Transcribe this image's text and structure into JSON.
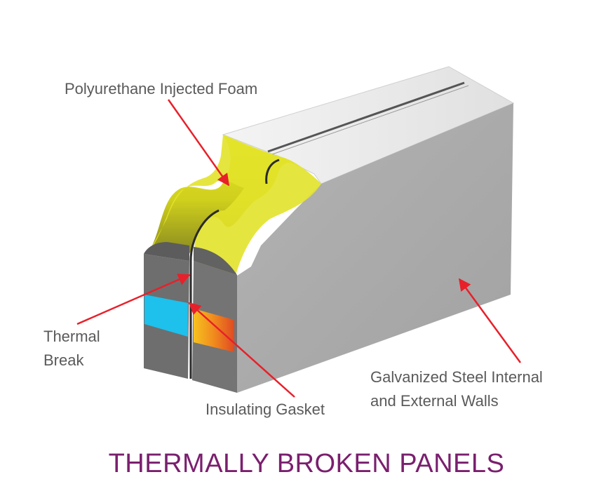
{
  "labels": {
    "foam": "Polyurethane Injected Foam",
    "thermal_break_line1": "Thermal",
    "thermal_break_line2": "Break",
    "gasket": "Insulating Gasket",
    "walls_line1": "Galvanized Steel Internal",
    "walls_line2": "and External Walls"
  },
  "title": "THERMALLY BROKEN PANELS",
  "colors": {
    "title": "#7a1f6e",
    "label_text": "#5a5a5a",
    "arrow": "#e8202a",
    "foam_yellow": "#d8d81a",
    "steel_grey": "#a9a9a9",
    "cold_blue": "#1ec0ec",
    "warm_orange": "#f08a1e"
  }
}
